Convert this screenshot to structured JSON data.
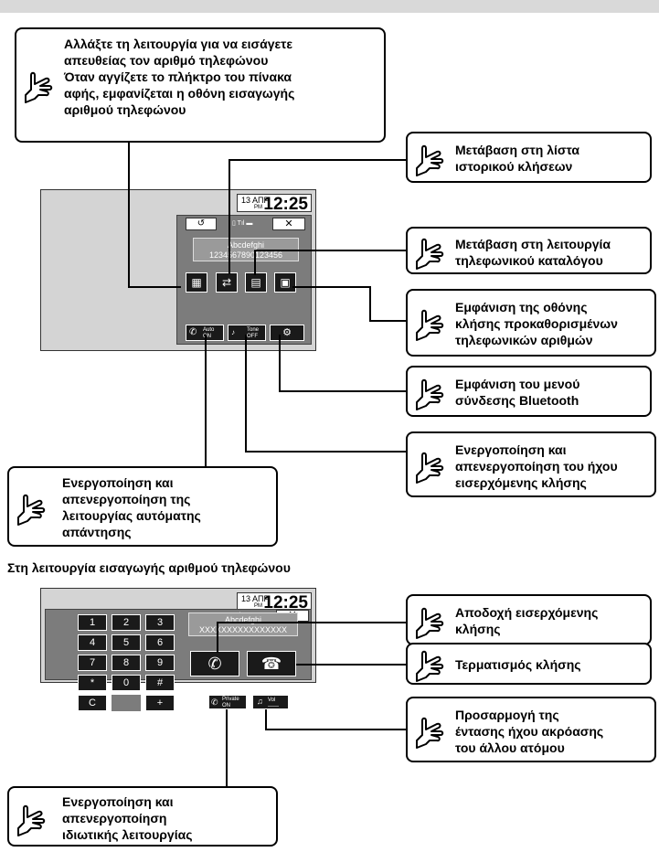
{
  "callouts": {
    "direct_input": {
      "line1": "Αλλάξτε τη λειτουργία για να εισάγετε",
      "line2": "απευθείας τον αριθμό τηλεφώνου",
      "line3": "Όταν αγγίζετε το πλήκτρο του πίνακα",
      "line4": "αφής, εμφανίζεται η οθόνη εισαγωγής",
      "line5": "αριθμού τηλεφώνου"
    },
    "call_history": {
      "line1": "Μετάβαση στη λίστα",
      "line2": "ιστορικού κλήσεων"
    },
    "phonebook": {
      "line1": "Μετάβαση στη λειτουργία",
      "line2": "τηλεφωνικού καταλόγου"
    },
    "preset": {
      "line1": "Εμφάνιση της οθόνης",
      "line2": "κλήσης προκαθορισμένων",
      "line3": "τηλεφωνικών αριθμών"
    },
    "bluetooth": {
      "line1": "Εμφάνιση του μενού",
      "line2": "σύνδεσης Bluetooth"
    },
    "ring_tone": {
      "line1": "Ενεργοποίηση και",
      "line2": "απενεργοποίηση του ήχου",
      "line3": "εισερχόμενης κλήσης"
    },
    "auto_answer": {
      "line1": "Ενεργοποίηση και",
      "line2": "απενεργοποίηση της",
      "line3": "λειτουργίας αυτόματης",
      "line4": "απάντησης"
    },
    "accept": {
      "line1": "Αποδοχή εισερχόμενης",
      "line2": "κλήσης"
    },
    "end_call": {
      "line1": "Τερματισμός κλήσης"
    },
    "volume": {
      "line1": "Προσαρμογή της",
      "line2": "έντασης ήχου ακρόασης",
      "line3": "του άλλου ατόμου"
    },
    "private": {
      "line1": "Ενεργοποίηση και",
      "line2": "απενεργοποίηση",
      "line3": "ιδιωτικής λειτουργίας"
    }
  },
  "section_title": "Στη λειτουργία εισαγωγής αριθμού τηλεφώνου",
  "screen1": {
    "clock_date": "13 ΑΠΡ",
    "clock_pm": "PM",
    "clock_time": "12:25",
    "name": "Abcdefghi",
    "number": "1234567890123456",
    "auto_label": "Auto",
    "auto_state": "ON",
    "tone_label": "Tone",
    "tone_state": "OFF",
    "close": "✕"
  },
  "screen2": {
    "clock_date": "13 ΑΠΡ",
    "clock_pm": "PM",
    "clock_time": "12:25",
    "name": "Abcdefghi",
    "number": "XXXXXXXXXXXXXXXX",
    "keys": [
      "1",
      "2",
      "3",
      "4",
      "5",
      "6",
      "7",
      "8",
      "9",
      "*",
      "0",
      "#",
      "C",
      "",
      "+"
    ],
    "private_label": "Private",
    "private_state": "ON",
    "vol_label": "Vol",
    "close": "✕"
  }
}
